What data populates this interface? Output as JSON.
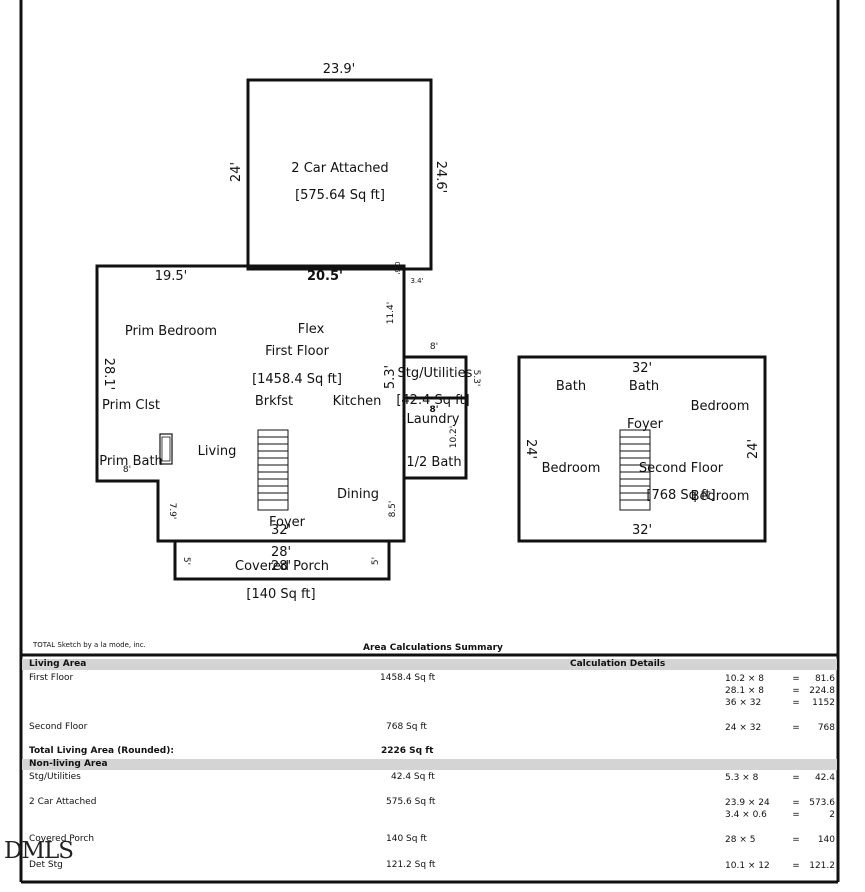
{
  "plan": {
    "garage": {
      "name": "2 Car Attached",
      "area": "[575.64 Sq ft]",
      "top": "23.9'",
      "left": "24'",
      "right": "24.6'",
      "corner_a": "0.6'",
      "corner_b": "3.4'"
    },
    "first_floor": {
      "name": "First Floor",
      "area": "[1458.4 Sq ft]",
      "top_left": "19.5'",
      "top_right": "20.5'",
      "left": "28.1'",
      "right_upper": "11.4'",
      "right_mid": "5.3'",
      "right_lower": "8.5'",
      "left_lower": "7.9'",
      "bottom": "32'",
      "bath_dim": "8'",
      "rooms": {
        "prim_bedroom": "Prim Bedroom",
        "flex": "Flex",
        "prim_clst": "Prim Clst",
        "brkfst": "Brkfst",
        "kitchen": "Kitchen",
        "living": "Living",
        "prim_bath": "Prim Bath",
        "dining": "Dining",
        "foyer": "Foyer",
        "laundry": "Laundry",
        "half_bath": "1/2 Bath"
      }
    },
    "storage": {
      "name": "Stg/Utilities",
      "area": "[42.4 Sq ft]",
      "top": "8'",
      "right": "5.3'",
      "bottom": "8'",
      "laundry_dim": "10.2'"
    },
    "porch": {
      "name": "Covered Porch",
      "area": "[140 Sq ft]",
      "top": "28'",
      "bottom": "28'",
      "left": "5'",
      "right": "5'"
    },
    "second_floor": {
      "name": "Second Floor",
      "area": "[768 Sq ft]",
      "top": "32'",
      "bottom": "32'",
      "left": "24'",
      "right": "24'",
      "rooms": {
        "bath1": "Bath",
        "bath2": "Bath",
        "bedroom1": "Bedroom",
        "foyer": "Foyer",
        "bedroom2": "Bedroom",
        "bedroom3": "Bedroom"
      }
    }
  },
  "software": "TOTAL Sketch by a la mode, inc.",
  "summary": {
    "title": "Area Calculations Summary",
    "living_header": "Living Area",
    "calc_header": "Calculation Details",
    "rows_living": [
      {
        "name": "First Floor",
        "area": "1458.4 Sq ft",
        "calcs": [
          {
            "expr": "10.2 × 8",
            "res": "81.6"
          },
          {
            "expr": "28.1 × 8",
            "res": "224.8"
          },
          {
            "expr": "36 × 32",
            "res": "1152"
          }
        ]
      },
      {
        "name": "Second Floor",
        "area": "768 Sq ft",
        "calcs": [
          {
            "expr": "24 × 32",
            "res": "768"
          }
        ]
      }
    ],
    "total_label": "Total Living Area (Rounded):",
    "total_value": "2226 Sq ft",
    "nonliving_header": "Non-living Area",
    "rows_nonliving": [
      {
        "name": "Stg/Utilities",
        "area": "42.4 Sq ft",
        "calcs": [
          {
            "expr": "5.3 × 8",
            "res": "42.4"
          }
        ]
      },
      {
        "name": "2 Car Attached",
        "area": "575.6 Sq ft",
        "calcs": [
          {
            "expr": "23.9 × 24",
            "res": "573.6"
          },
          {
            "expr": "3.4 × 0.6",
            "res": "2"
          }
        ]
      },
      {
        "name": "Covered Porch",
        "area": "140 Sq ft",
        "calcs": [
          {
            "expr": "28 × 5",
            "res": "140"
          }
        ]
      },
      {
        "name": "Det Stg",
        "area": "121.2 Sq ft",
        "calcs": [
          {
            "expr": "10.1 × 12",
            "res": "121.2"
          }
        ]
      }
    ],
    "eq": "="
  },
  "logo_text": "DMLS"
}
